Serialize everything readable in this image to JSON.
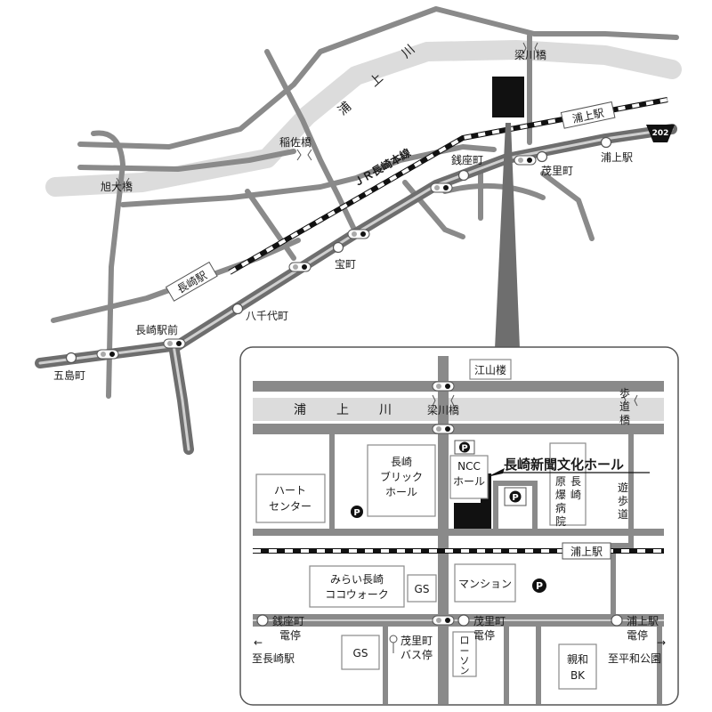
{
  "overview": {
    "river": "浦　上　川",
    "jr_line": "ＪＲ長崎本線",
    "stations": {
      "nagasaki": "長崎駅",
      "urakami": "浦上駅"
    },
    "bridges": {
      "yanagawa": "梁川橋",
      "inasa": "稲佐橋",
      "asahi": "旭大橋"
    },
    "stops": {
      "goshima": "五島町",
      "nagasaki_ekimae": "長崎駅前",
      "yachiyo": "八千代町",
      "takara": "宝町",
      "zenza": "銭座町",
      "mori": "茂里町",
      "urakami_eki": "浦上駅"
    },
    "route_number": "202"
  },
  "detail": {
    "kozanro": "江山楼",
    "river": "浦　上　川",
    "yanagawa_bridge": "梁川橋",
    "hodokyo": [
      "歩",
      "道",
      "橋"
    ],
    "public_hall": [
      "長崎",
      "ブリック",
      "ホール"
    ],
    "heart_center": [
      "ハート",
      "センター"
    ],
    "ncc_hall": [
      "NCC",
      "ホール"
    ],
    "venue": "長崎新聞文化ホール",
    "hospital": [
      "原",
      "爆",
      "病",
      "院"
    ],
    "hospital2": [
      "長",
      "崎"
    ],
    "promenade": [
      "遊",
      "歩",
      "道"
    ],
    "urakami_station": "浦上駅",
    "mirai": [
      "みらい長崎",
      "ココウォーク"
    ],
    "gs": "GS",
    "mansion": "マンション",
    "parking": "P",
    "zenza_stop": [
      "銭座町",
      "電停"
    ],
    "mori_stop": [
      "茂里町",
      "電停"
    ],
    "urakami_stop": [
      "浦上駅",
      "電停"
    ],
    "to_nagasaki_station": "至長崎駅",
    "to_heiwa_park": "至平和公園",
    "mori_bus": [
      "茂里町",
      "バス停"
    ],
    "lawson": [
      "ロ",
      "ー",
      "ソ",
      "ン"
    ],
    "shinwa_bk": [
      "親和",
      "BK"
    ],
    "arrow_left": "←",
    "arrow_right": "→"
  }
}
